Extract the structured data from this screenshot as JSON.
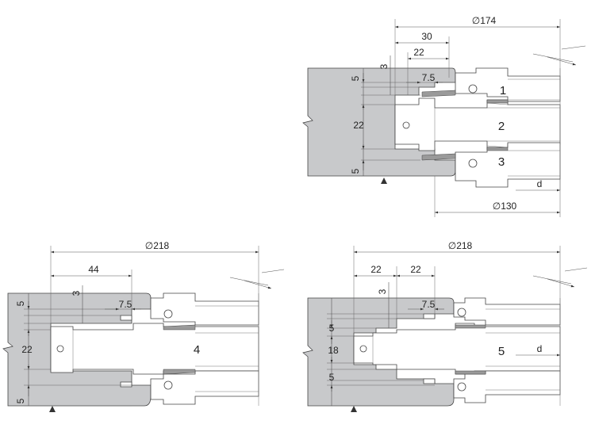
{
  "view1": {
    "dia_outer": "∅174",
    "dim_30": "30",
    "dim_22": "22",
    "dim_3": "3",
    "dim_7_5": "7.5",
    "dim_5_top": "5",
    "dim_22_mid": "22",
    "dim_5_bot": "5",
    "dia_inner": "∅130",
    "dim_d": "d",
    "part_1": "1",
    "part_2": "2",
    "part_3": "3"
  },
  "view2": {
    "dia_outer": "∅218",
    "dim_44": "44",
    "dim_3": "3",
    "dim_7_5": "7.5",
    "dim_5_top": "5",
    "dim_22_mid": "22",
    "dim_5_bot": "5",
    "part_4": "4"
  },
  "view3": {
    "dia_outer": "∅218",
    "dim_22_left": "22",
    "dim_22_right": "22",
    "dim_3": "3",
    "dim_7_5": "7.5",
    "dim_5_top": "5",
    "dim_18_mid": "18",
    "dim_5_bot": "5",
    "dim_d": "d",
    "part_5": "5"
  }
}
